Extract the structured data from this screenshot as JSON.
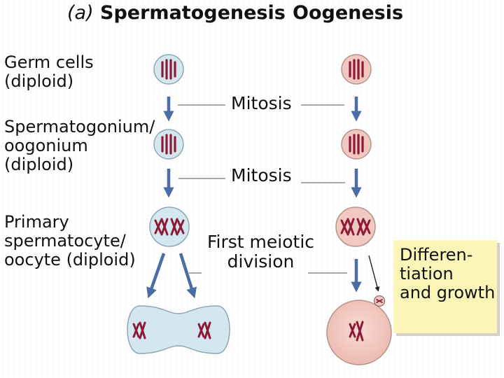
{
  "header": {
    "panel_label": "(a)",
    "left_title": "Spermatogenesis",
    "right_title": "Oogenesis"
  },
  "stages": [
    {
      "lines": [
        "Germ cells",
        "(diploid)"
      ]
    },
    {
      "lines": [
        "Spermatogonium/",
        "oogonium",
        "(diploid)"
      ]
    },
    {
      "lines": [
        "Primary",
        "spermatocyte/",
        "oocyte (diploid)"
      ]
    }
  ],
  "processes": [
    {
      "lines": [
        "Mitosis"
      ]
    },
    {
      "lines": [
        "Mitosis"
      ]
    },
    {
      "lines": [
        "First meiotic",
        "division"
      ]
    }
  ],
  "note": {
    "lines": [
      "Differen-",
      "tiation",
      "and growth"
    ]
  },
  "colors": {
    "sperm_cell_fill": "#d4e6ee",
    "egg_cell_fill": "#f0c8c0",
    "chromosome": "#8c1a36",
    "arrow": "#4a6da8",
    "note_bg": "#fbf6b8"
  }
}
